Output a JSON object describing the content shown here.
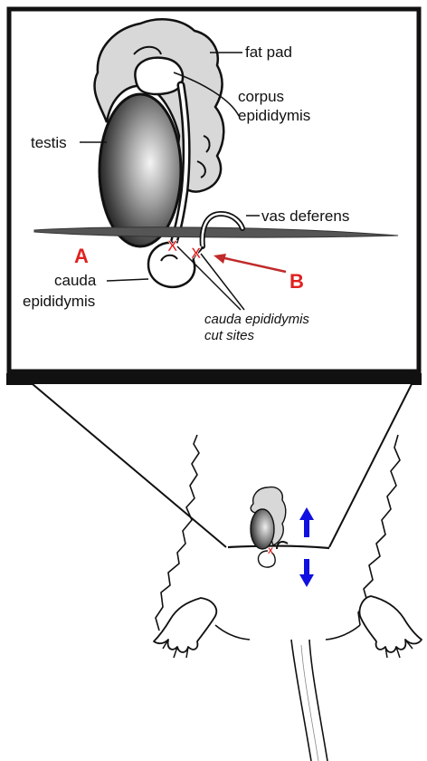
{
  "labels": {
    "fat_pad": "fat pad",
    "corpus_line1": "corpus",
    "corpus_line2": "epididymis",
    "testis": "testis",
    "vas_deferens": "vas deferens",
    "cauda_line1": "cauda",
    "cauda_line2": "epididymis",
    "cut_sites_line1": "cauda epididymis",
    "cut_sites_line2": "cut sites",
    "marker_a": "A",
    "marker_b": "B",
    "cut_mark": "X"
  },
  "colors": {
    "marker": "#e02020",
    "arrow_blue": "#1010e0",
    "fat_pad_fill": "#d8d8d8",
    "outline": "#111111",
    "vas_line": "#333333"
  },
  "icons": {
    "up_arrow": "arrow-up-icon",
    "down_arrow": "arrow-down-icon"
  }
}
